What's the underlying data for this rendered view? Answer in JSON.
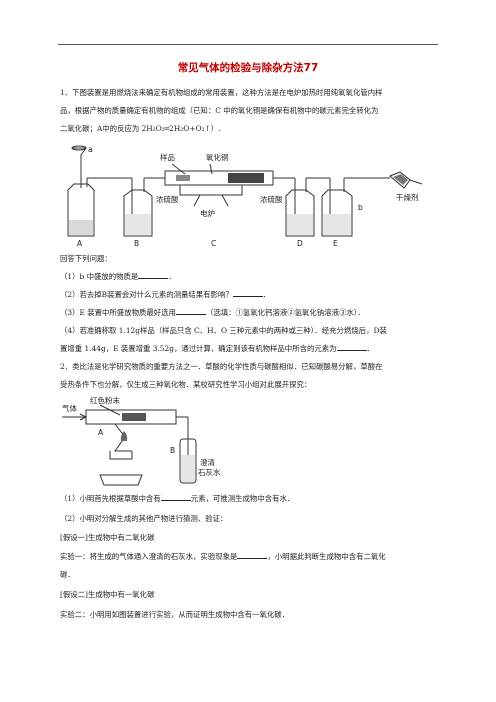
{
  "title": "常见气体的检验与除杂方法77",
  "q1": {
    "intro": [
      "1、下图装置是用燃烧法来确定有机物组成的常用装置，这种方法是在电炉加热时用纯氧氧化管内样",
      "品，根据产物的质量确定有机物的组成（已知：C 中的氧化铜是确保有机物中的碳元素完全转化为",
      "二氧化碳；A中的反应为 2H₂O₂═2H₂O+O₂↑）."
    ],
    "figure_labels": {
      "a": "a",
      "sample": "样品",
      "cuo": "氧化铜",
      "conc_h2so4_left": "浓硫酸",
      "furnace": "电炉",
      "conc_h2so4_right": "浓硫酸",
      "b": "b",
      "desiccant": "干燥剂",
      "A": "A",
      "B": "B",
      "C": "C",
      "D": "D",
      "E": "E"
    },
    "answer_prompt": "回答下列问题：",
    "sub1": "（1）b 中盛放的物质是",
    "sub1_end": "．",
    "sub2": "（2）若去掉B装置会对什么元素的测量结果有影响？",
    "sub2_end": "．",
    "sub3": "（3）E 装置中所盛放物质最好选用",
    "sub3_end": "（选填：①氢氧化钙溶液②氢氧化钠溶液③水）．",
    "sub4_l1": "（4）若准确称取 1.12g样品（样品只含 C、H、O 三种元素中的两种或三种）．经充分燃烧后，D装",
    "sub4_l2": "置增重 1.44g，E 装置增重 3.52g，通过计算，确定则该有机物样品中所含的元素为",
    "sub4_end": "．"
  },
  "q2": {
    "intro": [
      "2、类比法是化学研究物质的重要方法之一．草酸的化学性质与碳酸相似．已知碳酸易分解，草酸在",
      "受热条件下也分解，仅生成三种氧化物．某校研究性学习小组对此展开探究："
    ],
    "figure_labels": {
      "red_powder": "红色粉末",
      "gas": "气体",
      "A": "A",
      "B": "B",
      "limewater_1": "澄清",
      "limewater_2": "石灰水"
    },
    "sub1": "（1）小明首先根据草酸中含有",
    "sub1_end": "元素，可推测生成物中含有水．",
    "sub2": "（2）小明对分解生成的其他产物进行猜测、验证：",
    "hyp1": "[假设一]生成物中有二氧化碳",
    "exp1": "实验一：将生成的气体通入澄清的石灰水，实验现象是",
    "exp1_end": "，小明据此判断生成物中含有二氧化",
    "exp1_l2": "碳．",
    "hyp2": "[假设二]生成物中有一氧化碳",
    "exp2": "实验二：小明用如图装置进行实验，从而证明生成物中含有一氧化碳．"
  }
}
